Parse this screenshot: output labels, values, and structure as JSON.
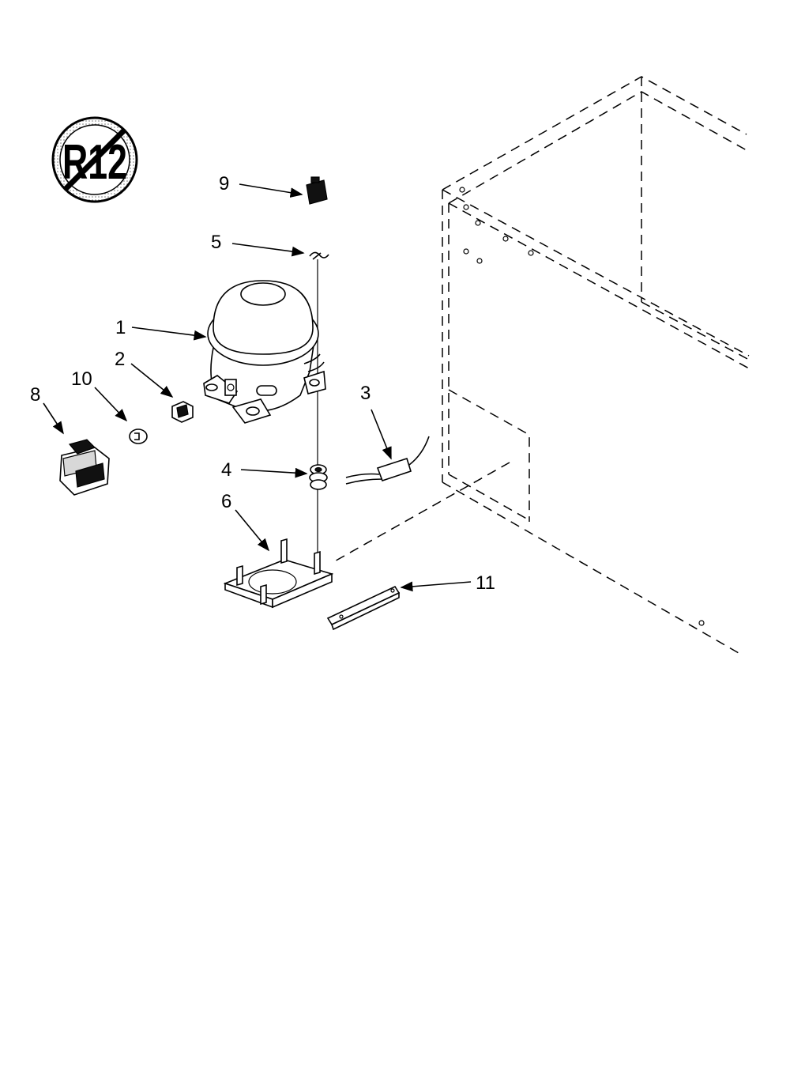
{
  "badge": {
    "text": "R12"
  },
  "callouts": [
    {
      "id": "1",
      "label": "1"
    },
    {
      "id": "2",
      "label": "2"
    },
    {
      "id": "3",
      "label": "3"
    },
    {
      "id": "4",
      "label": "4"
    },
    {
      "id": "5",
      "label": "5"
    },
    {
      "id": "6",
      "label": "6"
    },
    {
      "id": "8",
      "label": "8"
    },
    {
      "id": "9",
      "label": "9"
    },
    {
      "id": "10",
      "label": "10"
    },
    {
      "id": "11",
      "label": "11"
    }
  ]
}
